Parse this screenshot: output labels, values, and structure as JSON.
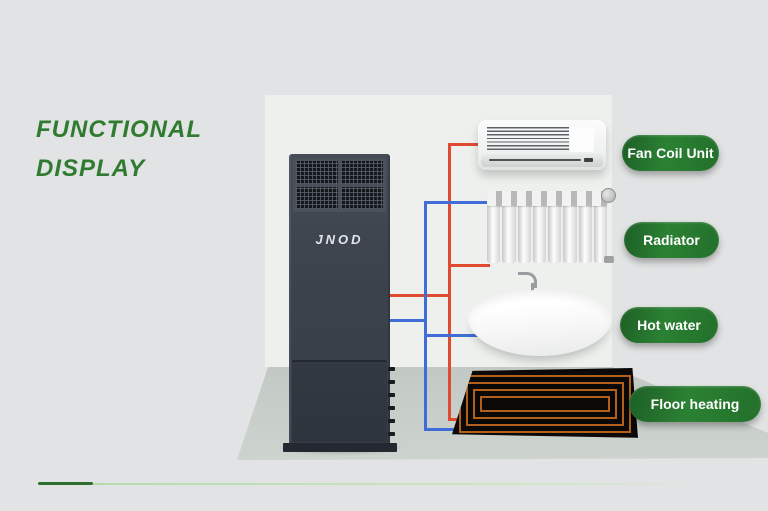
{
  "title": {
    "line1": "FUNCTIONAL",
    "line2": "DISPLAY"
  },
  "unit": {
    "brand": "JNOD"
  },
  "labels": {
    "fan_coil": "Fan Coil Unit",
    "radiator": "Radiator",
    "hot_water": "Hot water",
    "floor_heating": "Floor heating"
  },
  "colors": {
    "title_green": "#2f7c31",
    "pill_green": "#2b8133",
    "pipe_hot_red": "#e04a31",
    "pipe_cold_blue": "#3f6dd5",
    "coil_orange": "#b3601c",
    "unit_body": "#3c434d",
    "background": "#e2e3e4",
    "floor": "#c8cec9"
  }
}
